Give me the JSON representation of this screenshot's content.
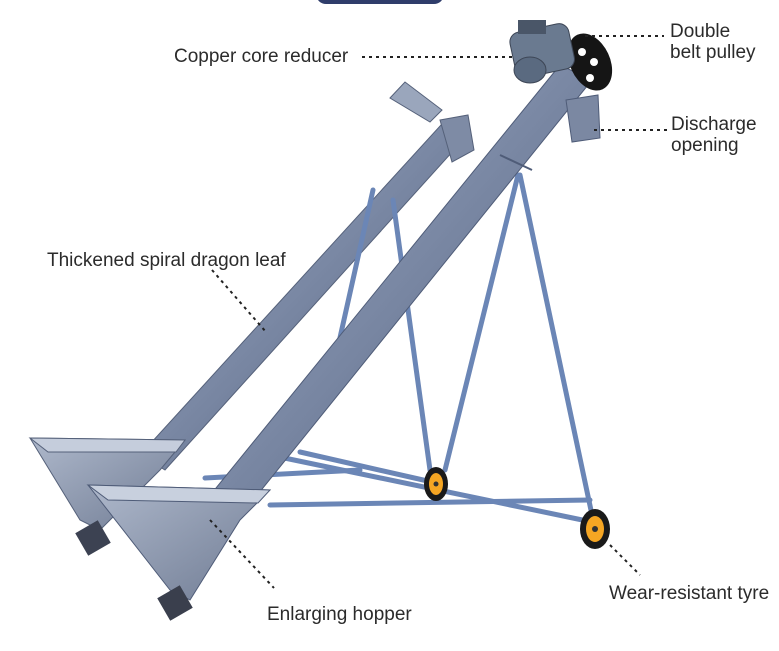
{
  "labels": {
    "copper_core_reducer": "Copper core reducer",
    "double_belt_pulley": [
      "Double",
      "belt pulley"
    ],
    "discharge_opening": [
      "Discharge",
      "opening"
    ],
    "thickened_spiral": "Thickened spiral dragon leaf",
    "enlarging_hopper": "Enlarging hopper",
    "wear_resistant_tyre": "Wear-resistant tyre"
  },
  "colors": {
    "tube": "#7d8ba7",
    "tube_dark": "#5a6886",
    "tube_light": "#aab6cc",
    "frame": "#6b86b6",
    "hopper": "#8a96ad",
    "tyre": "#1a1a1a",
    "rim": "#f6a623",
    "leader": "#222222",
    "accent_tab": "#2f3d6b"
  },
  "icons": {
    "motor": "electric-motor-icon",
    "pulley": "belt-pulley-icon",
    "wheel": "wheel-icon"
  }
}
